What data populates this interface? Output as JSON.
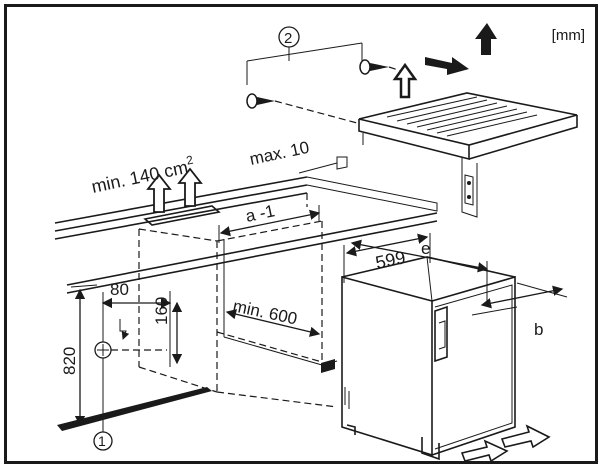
{
  "unit_label": "[mm]",
  "callouts": {
    "one": "1",
    "two": "2"
  },
  "dimensions": {
    "ventilation": "min. 140 cm",
    "ventilation_exp": "2",
    "gap_top": "max. 10",
    "a_minus_1": "a -1",
    "depth_min": "min. 600",
    "d80": "80",
    "d160": "160",
    "height": "820",
    "width": "599",
    "e": "e",
    "b": "b"
  },
  "colors": {
    "line": "#1a1a1a",
    "background": "#ffffff"
  }
}
